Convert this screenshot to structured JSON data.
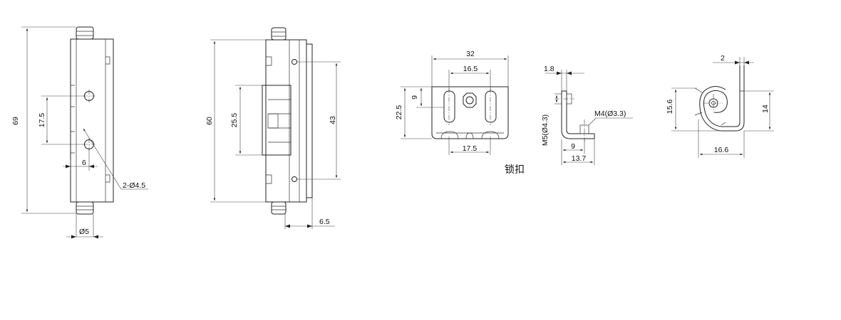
{
  "views": {
    "front": {
      "height": "69",
      "hole_spacing": "17.5",
      "hole_offset": "6",
      "holes": "2-Ø4.5",
      "pin_dia": "Ø5"
    },
    "side": {
      "height": "60",
      "knuckle_span": "25.5",
      "hole_pitch": "43",
      "depth": "6.5"
    },
    "latch_front": {
      "width": "32",
      "slot_pitch_top": "16.5",
      "slot_pitch_bottom": "17.5",
      "slot_height": "9",
      "height": "22.5"
    },
    "latch_side": {
      "thickness": "1.8",
      "thread_m5": "M5(Ø4.3)",
      "thread_m4": "M4(Ø3.3)",
      "offset": "9",
      "depth": "13.7"
    },
    "hinge_side": {
      "gap": "2",
      "height_a": "15.6",
      "height_b": "14",
      "width": "16.6"
    },
    "caption": "锁扣"
  }
}
